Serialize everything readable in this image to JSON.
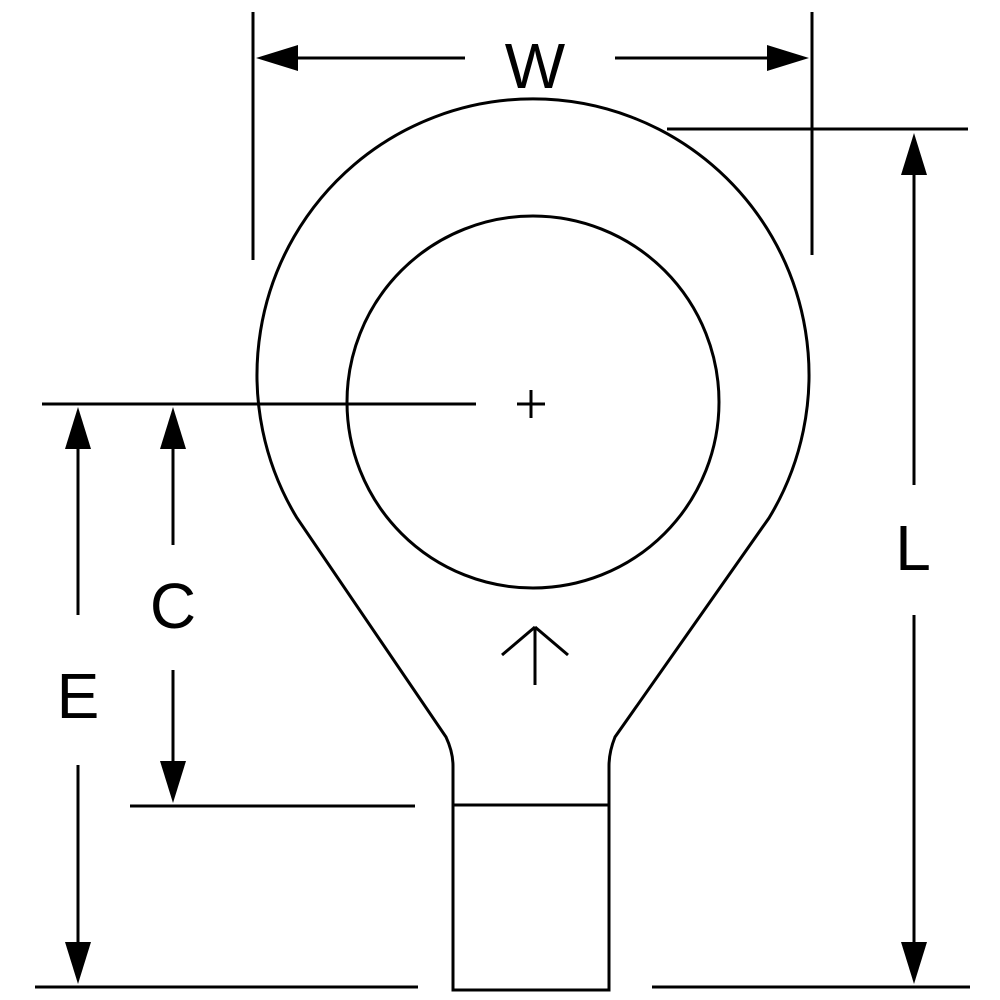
{
  "labels": {
    "width": "W",
    "length": "L",
    "center_to_barrel": "C",
    "center_to_end": "E"
  },
  "colors": {
    "line": "#000000",
    "background": "#ffffff"
  }
}
